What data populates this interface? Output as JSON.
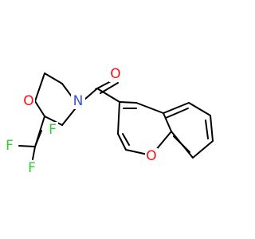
{
  "colors": {
    "bond": "#000000",
    "oxygen": "#ff0d0d",
    "nitrogen": "#3050f8",
    "fluorine": "#33cc33"
  },
  "atoms": {
    "carbonyl_oxygen": "O",
    "morpholine_oxygen": "O",
    "morpholine_nitrogen": "N",
    "fluorine_top": "F",
    "fluorine_left": "F",
    "fluorine_bottom": "F",
    "benzoxepine_oxygen": "O"
  }
}
